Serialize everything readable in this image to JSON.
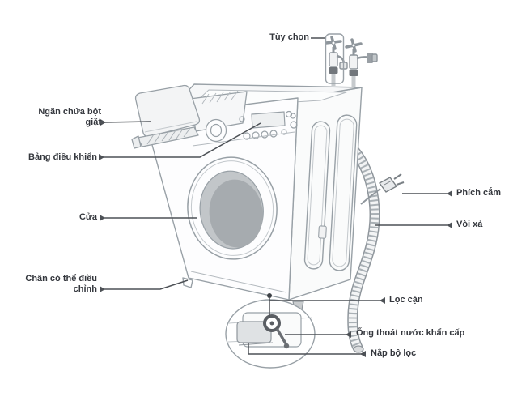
{
  "diagram": {
    "colors": {
      "background": "#ffffff",
      "label_text": "#34373d",
      "leader_line": "#4d5156",
      "line_art": "#98a0a6",
      "door_glass": "#a6abaf"
    }
  },
  "labels": {
    "optional": "Tùy chọn",
    "detergent_drawer": "Ngăn chứa bột giặt",
    "control_panel": "Bảng điều khiển",
    "door": "Cửa",
    "adjustable_feet": "Chân có thể điều chỉnh",
    "power_plug": "Phích cắm",
    "drain_hose": "Vòi xả",
    "debris_filter": "Lọc cặn",
    "emergency_drain_tube": "Ống thoát nước khẩn cấp",
    "filter_cover": "Nắp bộ lọc"
  }
}
